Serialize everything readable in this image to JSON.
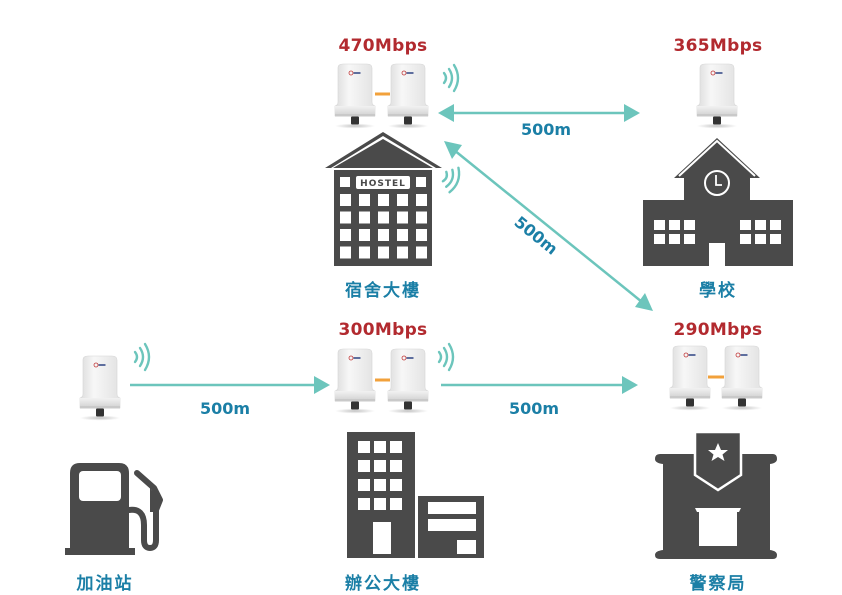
{
  "nodes": [
    {
      "id": "dorm",
      "name": "宿舍大樓",
      "speed": "470Mbps",
      "icon": "hostel-building-icon",
      "sign": "HOSTEL",
      "radios": 2
    },
    {
      "id": "school",
      "name": "學校",
      "speed": "365Mbps",
      "icon": "school-building-icon",
      "radios": 1
    },
    {
      "id": "gas",
      "name": "加油站",
      "speed": "",
      "icon": "gas-pump-icon",
      "radios": 1
    },
    {
      "id": "office",
      "name": "辦公大樓",
      "speed": "300Mbps",
      "icon": "office-building-icon",
      "radios": 2
    },
    {
      "id": "police",
      "name": "警察局",
      "speed": "290Mbps",
      "icon": "police-station-icon",
      "radios": 2
    }
  ],
  "links": [
    {
      "from": "dorm",
      "to": "school",
      "distance": "500m",
      "direction": "bidirectional"
    },
    {
      "from": "dorm",
      "to": "police",
      "distance": "500m",
      "direction": "bidirectional"
    },
    {
      "from": "gas",
      "to": "office",
      "distance": "500m",
      "direction": "forward"
    },
    {
      "from": "office",
      "to": "police",
      "distance": "500m",
      "direction": "forward"
    }
  ],
  "colors": {
    "speed": "#b22a2f",
    "label": "#1b7fa6",
    "arrow": "#6cc5bc",
    "building": "#4a4a4a",
    "bridge": "#f2a13b"
  }
}
